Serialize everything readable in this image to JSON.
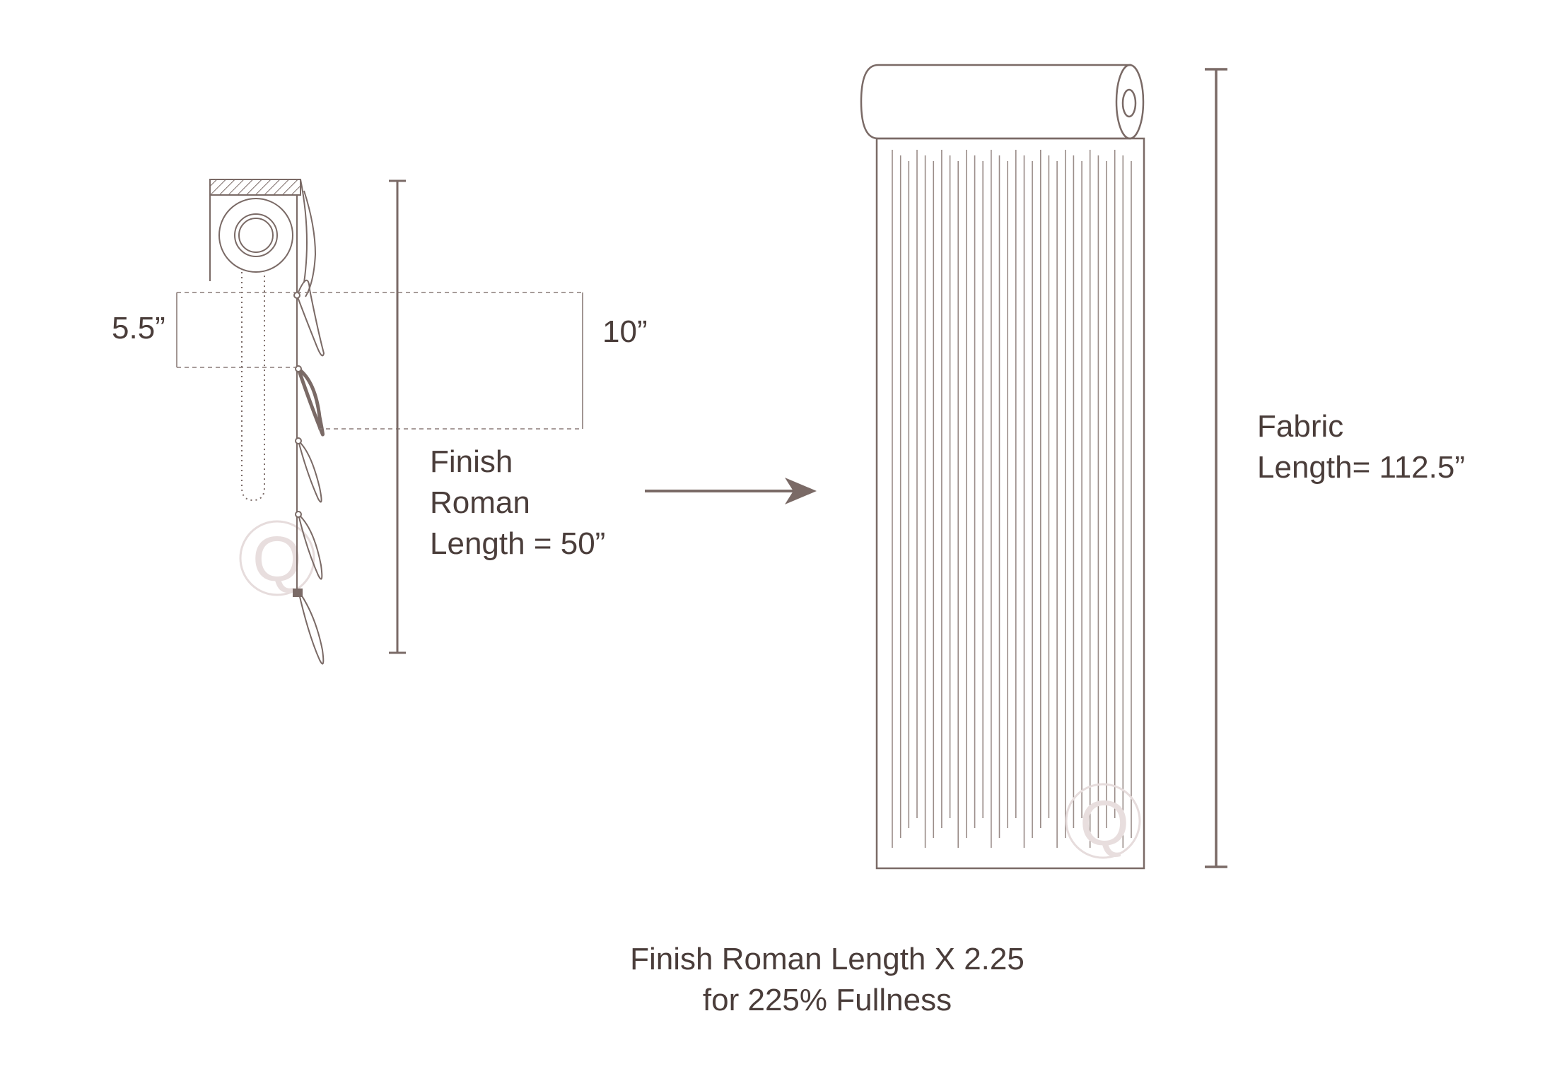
{
  "colors": {
    "stroke": "#7a6a66",
    "text": "#4a3d3a",
    "watermark": "#ddd0d0"
  },
  "left_figure": {
    "fold_height_label": "5.5”",
    "fold_depth_label": "10”",
    "finish_label": [
      "Finish",
      "Roman",
      "Length = 50”"
    ],
    "watermark_letter": "Q"
  },
  "right_figure": {
    "fabric_label": [
      "Fabric",
      "Length= 112.5”"
    ],
    "watermark_letter": "Q"
  },
  "formula": [
    "Finish Roman Length X 2.25",
    "for 225% Fullness"
  ]
}
